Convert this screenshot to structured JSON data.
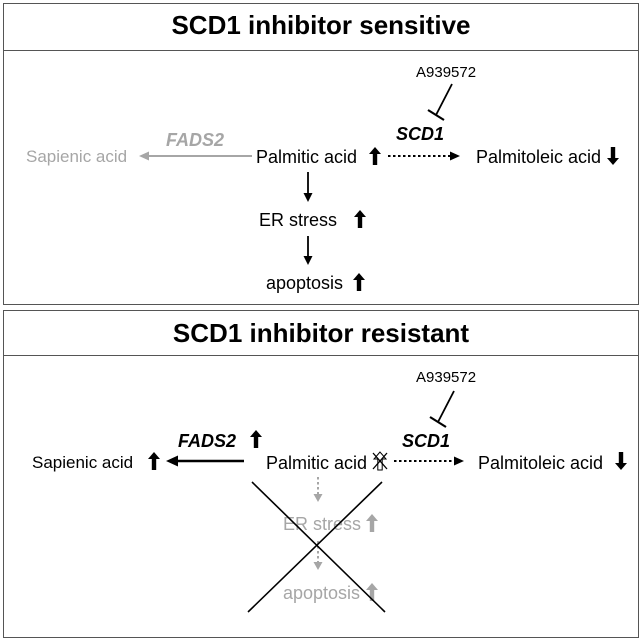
{
  "colors": {
    "active": "#000000",
    "inactive": "#a6a6a6",
    "border": "#555555"
  },
  "panels": [
    {
      "title": "SCD1 inhibitor sensitive",
      "inhibitor": "A939572",
      "enzyme": "SCD1",
      "fads2": "FADS2",
      "substrate": "Palmitic acid",
      "product": "Palmitoleic acid",
      "alt_product": "Sapienic acid",
      "er_stress": "ER stress",
      "apoptosis": "apoptosis"
    },
    {
      "title": "SCD1 inhibitor resistant",
      "inhibitor": "A939572",
      "enzyme": "SCD1",
      "fads2": "FADS2",
      "substrate": "Palmitic acid",
      "product": "Palmitoleic acid",
      "alt_product": "Sapienic acid",
      "er_stress": "ER stress",
      "apoptosis": "apoptosis"
    }
  ]
}
